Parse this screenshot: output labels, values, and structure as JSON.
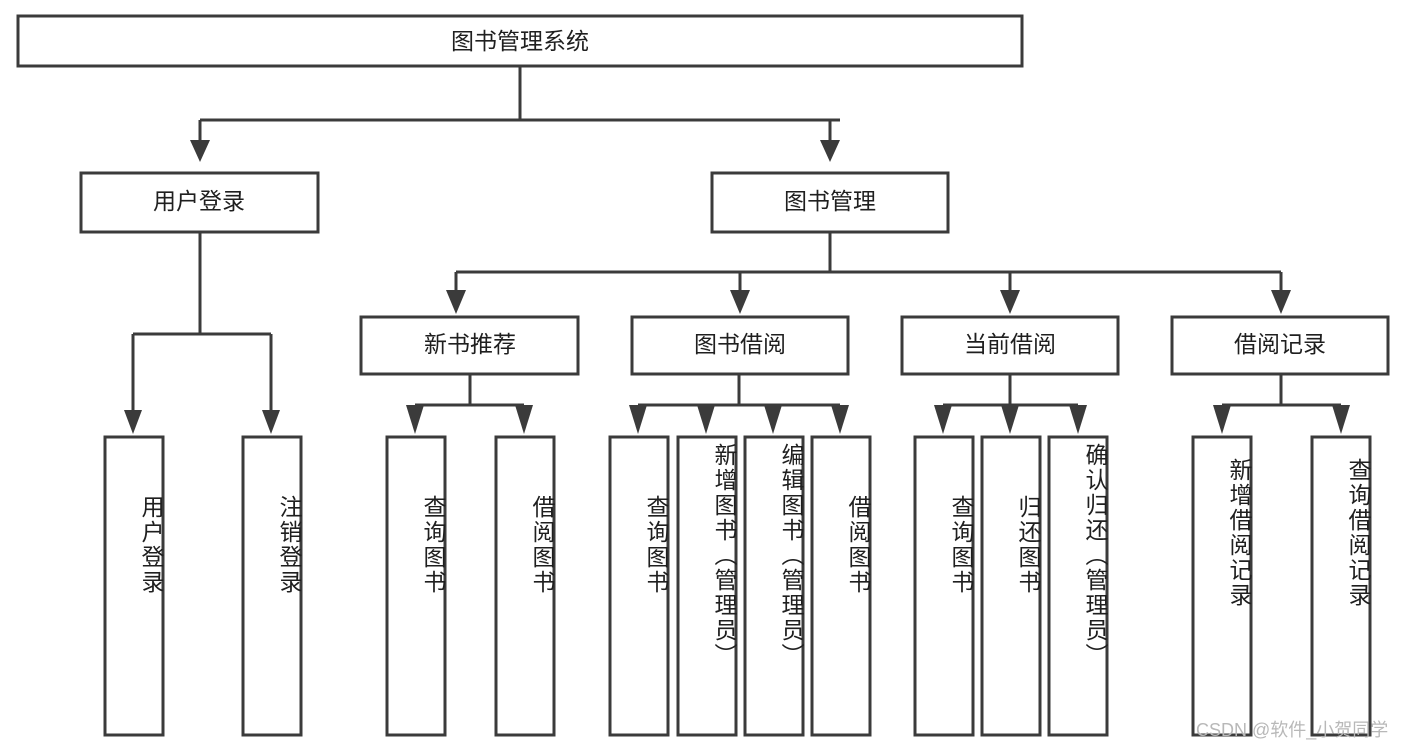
{
  "diagram": {
    "type": "tree-hierarchy-chart",
    "title": "图书管理系统",
    "orientation": "top-down",
    "colors": {
      "stroke": "#3b3b3b",
      "fill": "#ffffff",
      "text": "#1f1f1f",
      "watermark": "#b8b8b8"
    },
    "nodes": {
      "root": {
        "label": "图书管理系统",
        "level": 0
      },
      "level1": [
        {
          "id": "user-login",
          "label": "用户登录"
        },
        {
          "id": "book-manage",
          "label": "图书管理"
        }
      ],
      "level2": [
        {
          "id": "new-book-recommend",
          "label": "新书推荐",
          "parent": "book-manage"
        },
        {
          "id": "book-borrow",
          "label": "图书借阅",
          "parent": "book-manage"
        },
        {
          "id": "current-borrow",
          "label": "当前借阅",
          "parent": "book-manage"
        },
        {
          "id": "borrow-record",
          "label": "借阅记录",
          "parent": "book-manage"
        }
      ],
      "leaves": [
        {
          "id": "leaf-user-login",
          "label": "用户登录",
          "parent": "user-login"
        },
        {
          "id": "leaf-user-logout",
          "label": "注销登录",
          "parent": "user-login"
        },
        {
          "id": "leaf-query-book-1",
          "label": "查询图书",
          "parent": "new-book-recommend"
        },
        {
          "id": "leaf-borrow-book-1",
          "label": "借阅图书",
          "parent": "new-book-recommend"
        },
        {
          "id": "leaf-query-book-2",
          "label": "查询图书",
          "parent": "book-borrow"
        },
        {
          "id": "leaf-add-book",
          "label": "新增图书（管理员）",
          "parent": "book-borrow"
        },
        {
          "id": "leaf-edit-book",
          "label": "编辑图书（管理员）",
          "parent": "book-borrow"
        },
        {
          "id": "leaf-borrow-book-2",
          "label": "借阅图书",
          "parent": "book-borrow"
        },
        {
          "id": "leaf-query-book-3",
          "label": "查询图书",
          "parent": "current-borrow"
        },
        {
          "id": "leaf-return-book",
          "label": "归还图书",
          "parent": "current-borrow"
        },
        {
          "id": "leaf-confirm-return",
          "label": "确认归还（管理员）",
          "parent": "current-borrow"
        },
        {
          "id": "leaf-add-record",
          "label": "新增借阅记录",
          "parent": "borrow-record"
        },
        {
          "id": "leaf-query-record",
          "label": "查询借阅记录",
          "parent": "borrow-record"
        }
      ]
    },
    "watermark": "CSDN @软件_小贺同学"
  }
}
